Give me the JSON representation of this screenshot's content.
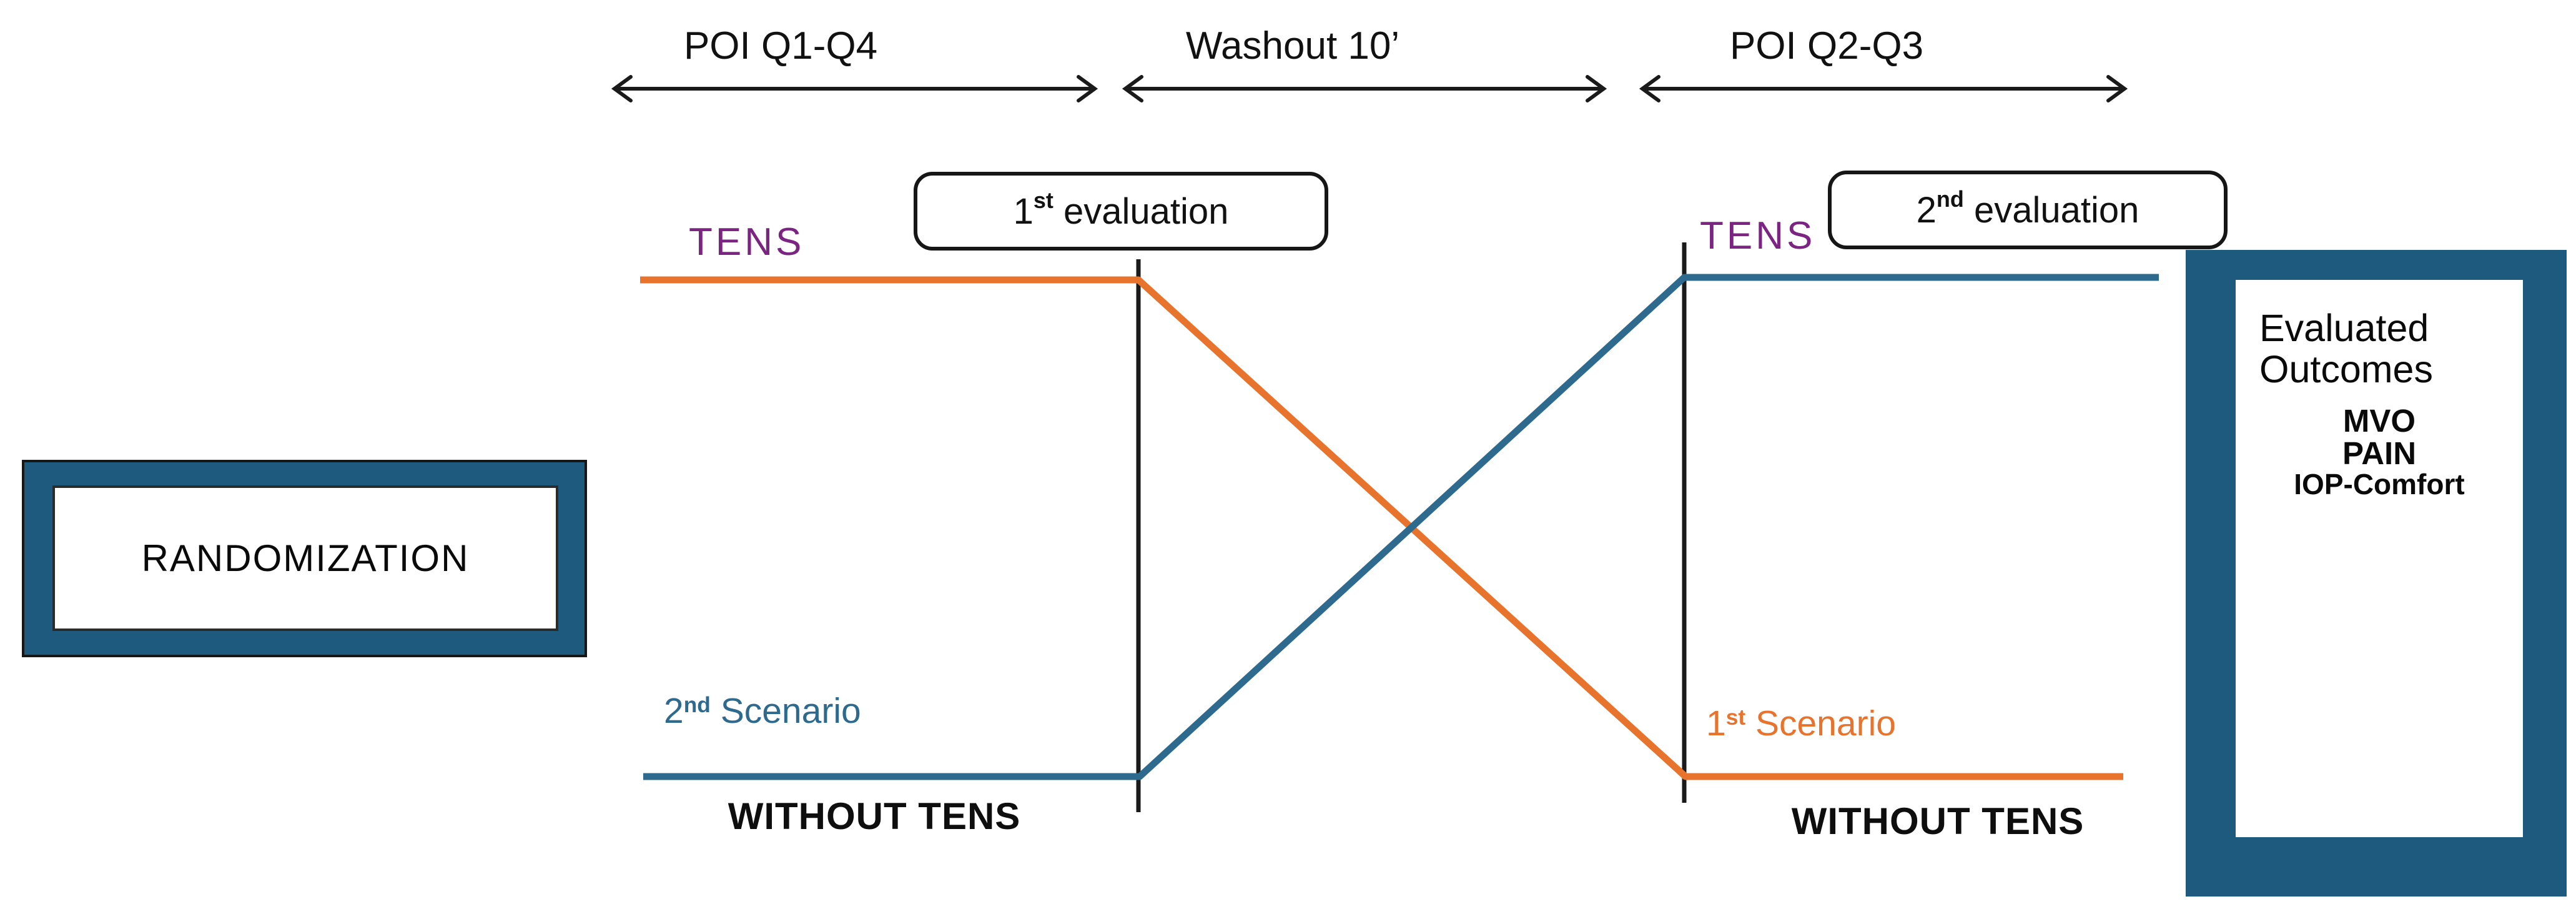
{
  "colors": {
    "teal": "#1E5A7E",
    "orange": "#E8732C",
    "blue": "#2E6A8E",
    "purple": "#7B2481",
    "ink": "#1A1A1A"
  },
  "timeline": {
    "phase1_label": "POI Q1-Q4",
    "phase2_label": "Washout 10’",
    "phase3_label": "POI Q2-Q3"
  },
  "randomization": {
    "label": "RANDOMIZATION"
  },
  "tens_left": "TENS",
  "tens_right": "TENS",
  "evaluation1": {
    "num": "1",
    "sup": "st",
    "rest": " evaluation"
  },
  "evaluation2": {
    "num": "2",
    "sup": "nd",
    "rest": " evaluation"
  },
  "scenario_second": {
    "num": "2",
    "sup": "nd",
    "rest": " Scenario"
  },
  "scenario_first": {
    "num": "1",
    "sup": "st",
    "rest": " Scenario"
  },
  "without_tens_left": "WITHOUT TENS",
  "without_tens_right": "WITHOUT TENS",
  "outcomes": {
    "title_line1": "Evaluated",
    "title_line2": "Outcomes",
    "items": [
      "MVO",
      "PAIN",
      "IOP-Comfort"
    ]
  }
}
